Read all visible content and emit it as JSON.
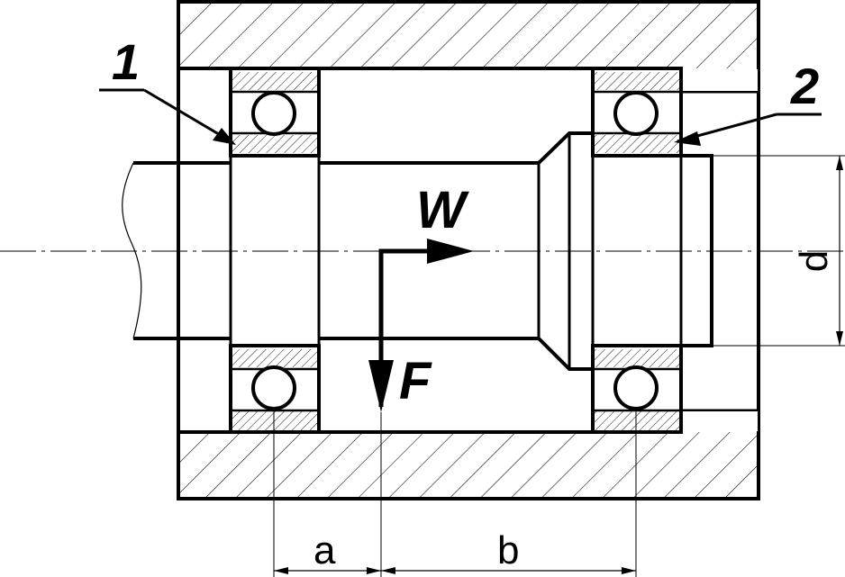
{
  "labels": {
    "bearing_1": "1",
    "bearing_2": "2",
    "axial_force": "W",
    "radial_force": "F",
    "dim_a": "a",
    "dim_b": "b",
    "dim_d": "d"
  },
  "colors": {
    "line": "#000000",
    "hatch": "#000000",
    "background": "#ffffff"
  }
}
